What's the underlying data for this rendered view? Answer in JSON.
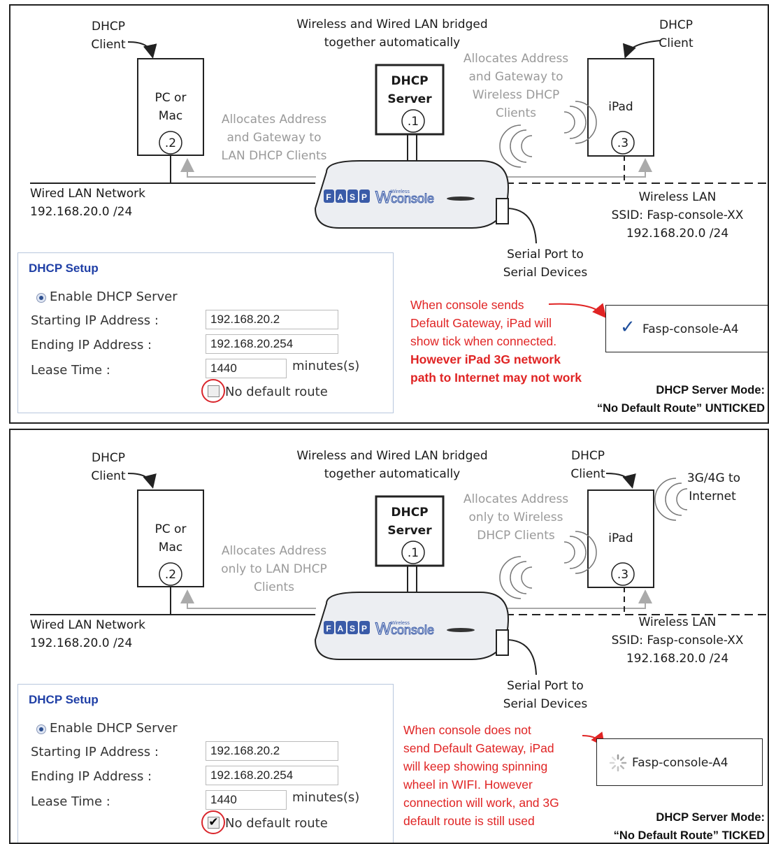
{
  "colors": {
    "text": "#1a1a1a",
    "grey": "#9a9a9a",
    "red": "#e02424",
    "blue_title": "#1f3fa6",
    "tick": "#1f4f9c"
  },
  "top": {
    "client_left": [
      "DHCP",
      "Client"
    ],
    "client_right": [
      "DHCP",
      "Client"
    ],
    "bridged": [
      "Wireless and Wired LAN bridged",
      "together automatically"
    ],
    "pc": [
      "PC or",
      "Mac"
    ],
    "pc_num": ".2",
    "server": [
      "DHCP",
      "Server"
    ],
    "server_num": ".1",
    "ipad": "iPad",
    "ipad_num": ".3",
    "alloc_lan": [
      "Allocates Address",
      "and Gateway to",
      "LAN DHCP Clients"
    ],
    "alloc_wifi": [
      "Allocates Address",
      "and Gateway to",
      "Wireless DHCP",
      "Clients"
    ],
    "wired": [
      "Wired LAN Network",
      "192.168.20.0 /24"
    ],
    "wireless": [
      "Wireless LAN",
      "SSID: Fasp-console-XX",
      "192.168.20.0 /24"
    ],
    "serial": [
      "Serial Port to",
      "Serial Devices"
    ],
    "device_logo_a": "FASP",
    "device_logo_b": "console",
    "device_logo_small": "Wireless",
    "device_logo_w": "W",
    "setup": {
      "title": "DHCP Setup",
      "enable": "Enable DHCP Server",
      "start_label": "Starting IP Address :",
      "start_value": "192.168.20.2",
      "end_label": "Ending IP Address :",
      "end_value": "192.168.20.254",
      "lease_label": "Lease Time :",
      "lease_value": "1440",
      "lease_unit": "minutes(s)",
      "no_default_route": "No default route",
      "checked": ""
    },
    "note": [
      "When console sends",
      "Default Gateway, iPad will",
      "show tick when connected."
    ],
    "note_bold": [
      "However iPad 3G network",
      "path to Internet may not work"
    ],
    "wifi_name": "Fasp-console-A4",
    "mode": [
      "DHCP Server Mode:",
      "“No Default Route” UNTICKED"
    ]
  },
  "bottom": {
    "client_left": [
      "DHCP",
      "Client"
    ],
    "client_right": [
      "DHCP",
      "Client"
    ],
    "bridged": [
      "Wireless and Wired LAN bridged",
      "together automatically"
    ],
    "internet": [
      "3G/4G to",
      "Internet"
    ],
    "pc": [
      "PC or",
      "Mac"
    ],
    "pc_num": ".2",
    "server": [
      "DHCP",
      "Server"
    ],
    "server_num": ".1",
    "ipad": "iPad",
    "ipad_num": ".3",
    "alloc_lan": [
      "Allocates Address",
      "only to LAN DHCP",
      "Clients"
    ],
    "alloc_wifi": [
      "Allocates Address",
      "only to Wireless",
      "DHCP Clients"
    ],
    "wired": [
      "Wired LAN Network",
      "192.168.20.0 /24"
    ],
    "wireless": [
      "Wireless LAN",
      "SSID: Fasp-console-XX",
      "192.168.20.0 /24"
    ],
    "serial": [
      "Serial Port to",
      "Serial Devices"
    ],
    "device_logo_a": "FASP",
    "device_logo_b": "console",
    "device_logo_small": "Wireless",
    "device_logo_w": "W",
    "setup": {
      "title": "DHCP Setup",
      "enable": "Enable DHCP Server",
      "start_label": "Starting IP Address :",
      "start_value": "192.168.20.2",
      "end_label": "Ending IP Address :",
      "end_value": "192.168.20.254",
      "lease_label": "Lease Time :",
      "lease_value": "1440",
      "lease_unit": "minutes(s)",
      "no_default_route": "No default route",
      "checked": "✔"
    },
    "note": [
      "When console does not",
      "send Default Gateway, iPad",
      "will keep showing spinning",
      "wheel in WIFI. However",
      "connection will work, and 3G",
      "default route is still used"
    ],
    "wifi_name": "Fasp-console-A4",
    "mode": [
      "DHCP Server Mode:",
      "“No Default Route” TICKED"
    ]
  }
}
